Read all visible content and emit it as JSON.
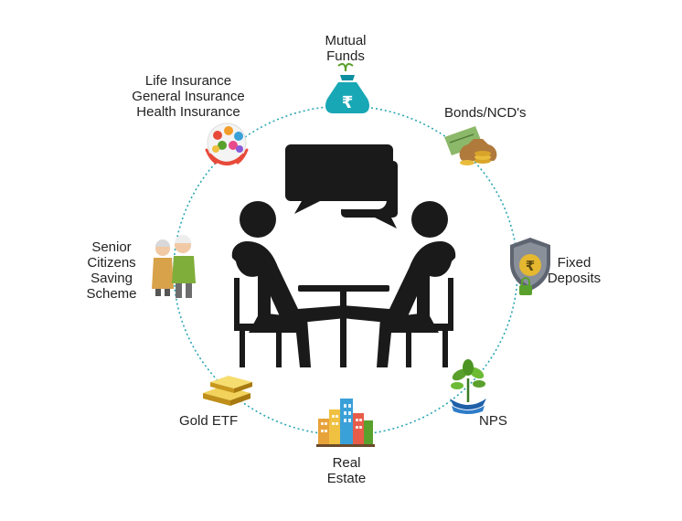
{
  "colors": {
    "ring": "#2aa7b3",
    "figures": "#1a1a1a",
    "accent_green": "#5aa02c",
    "accent_teal": "#18a7b5",
    "gold": "#d4a11e"
  },
  "items": {
    "mutual_funds": {
      "lines": [
        "Mutual",
        "Funds"
      ],
      "icon": "money-bag-rupee-icon"
    },
    "bonds": {
      "lines": [
        "Bonds/NCD's"
      ],
      "icon": "coin-sack-icon"
    },
    "fixed_deposits": {
      "lines": [
        "Fixed",
        "Deposits"
      ],
      "icon": "rupee-shield-lock-icon"
    },
    "nps": {
      "lines": [
        "NPS"
      ],
      "icon": "plant-in-hand-icon"
    },
    "real_estate": {
      "lines": [
        "Real",
        "Estate"
      ],
      "icon": "buildings-icon"
    },
    "gold_etf": {
      "lines": [
        "Gold ETF"
      ],
      "icon": "gold-bars-icon"
    },
    "senior_citizens": {
      "lines": [
        "Senior",
        "Citizens",
        "Saving",
        "Scheme"
      ],
      "icon": "elderly-couple-icon"
    },
    "insurance": {
      "lines": [
        "Life Insurance",
        "General Insurance",
        "Health Insurance"
      ],
      "icon": "insurance-hands-icon"
    }
  },
  "center": {
    "icon": "two-people-meeting-icon"
  }
}
